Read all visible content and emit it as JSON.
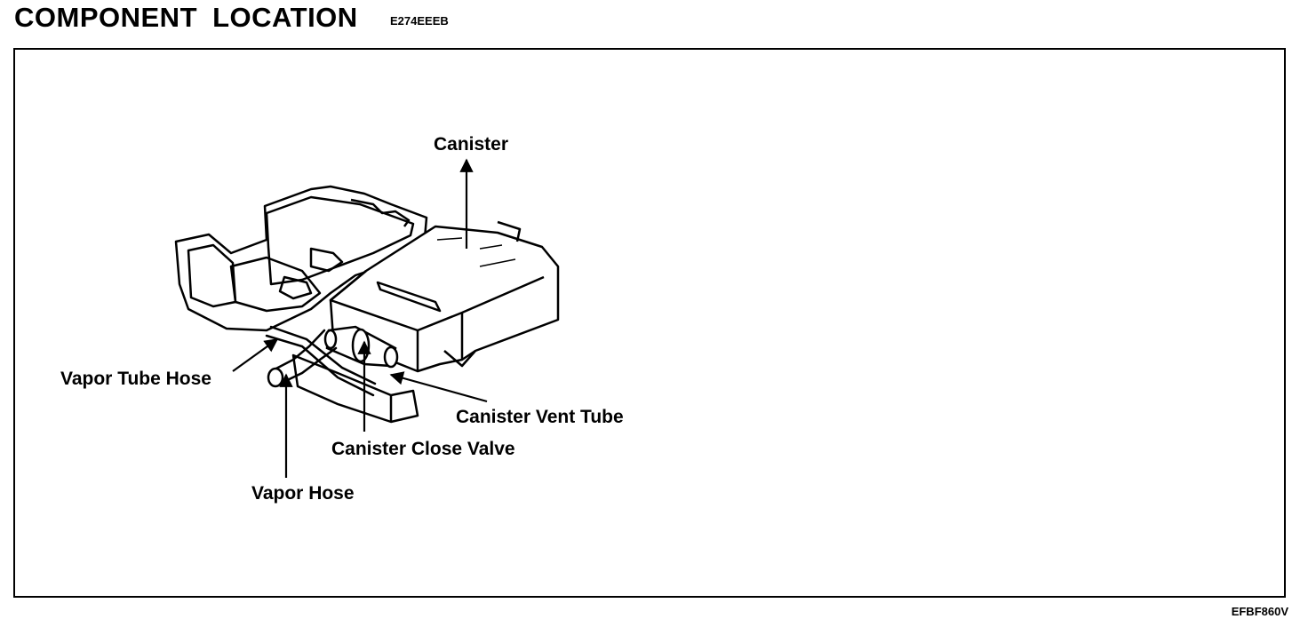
{
  "header": {
    "title": "COMPONENT LOCATION",
    "code": "E274EEEB"
  },
  "figure_code": "EFBF860V",
  "labels": {
    "canister": "Canister",
    "vapor_tube_hose": "Vapor Tube Hose",
    "canister_vent_tube": "Canister Vent Tube",
    "canister_close_valve": "Canister Close Valve",
    "vapor_hose": "Vapor Hose"
  }
}
